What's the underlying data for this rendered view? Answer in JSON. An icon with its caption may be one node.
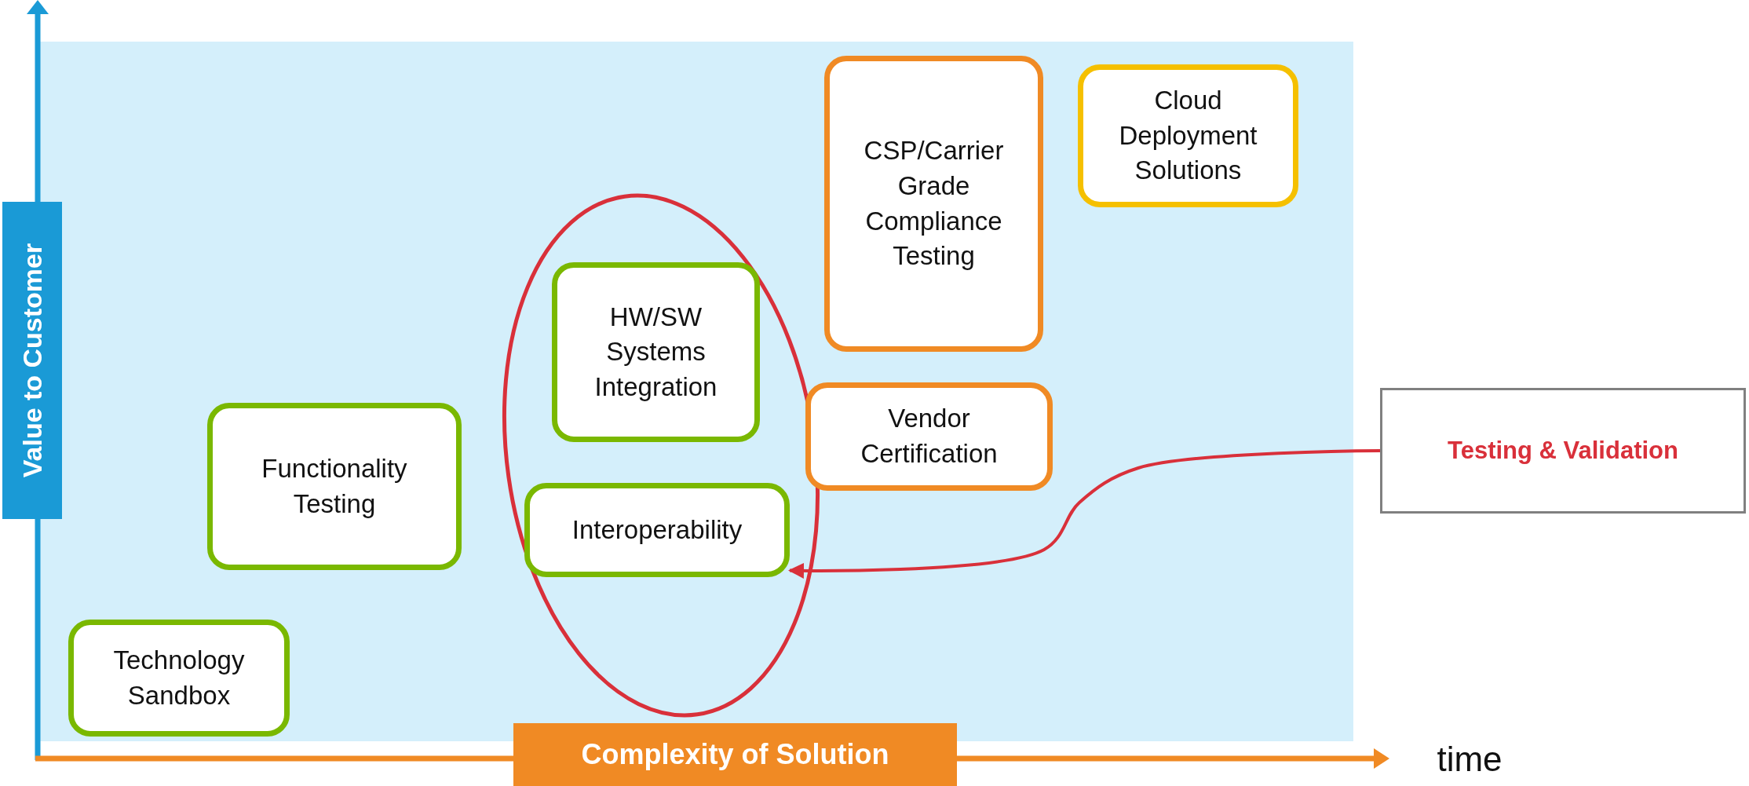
{
  "diagram": {
    "nodes": [
      {
        "text": [
          "Technology Sandbox"
        ]
      },
      {
        "text": [
          "Functionality Testing"
        ]
      },
      {
        "text": [
          "HW/SW Systems Integration"
        ]
      },
      {
        "text": [
          "Interoperability"
        ]
      },
      {
        "text": [
          "Vendor Certification"
        ]
      },
      {
        "text": [
          "CSP/Carrier Grade Compliance Testing"
        ]
      },
      {
        "text": [
          "Cloud Deployment Solutions"
        ]
      },
      {
        "text": [
          "Testing & Validation"
        ]
      }
    ],
    "edges": [
      {
        "from": 7,
        "to": 3,
        "arrow": "to",
        "color": "#d9303a"
      }
    ],
    "labels": [
      "Value to Customer",
      "Complexity of Solution",
      "time"
    ]
  }
}
